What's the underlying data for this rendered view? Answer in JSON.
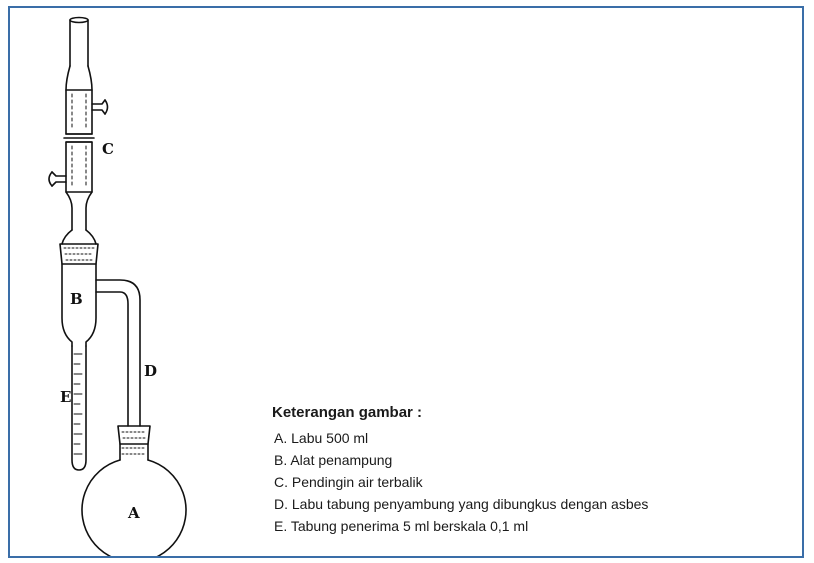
{
  "diagram": {
    "part_labels": {
      "A": "A",
      "B": "B",
      "C": "C",
      "D": "D",
      "E": "E"
    }
  },
  "legend": {
    "title": "Keterangan gambar :",
    "items": [
      "A. Labu 500 ml",
      "B. Alat penampung",
      "C. Pendingin air terbalik",
      "D. Labu tabung penyambung yang dibungkus dengan asbes",
      "E. Tabung penerima 5 ml berskala 0,1 ml"
    ]
  },
  "colors": {
    "frame_border": "#3a6ea8",
    "line": "#111111"
  }
}
